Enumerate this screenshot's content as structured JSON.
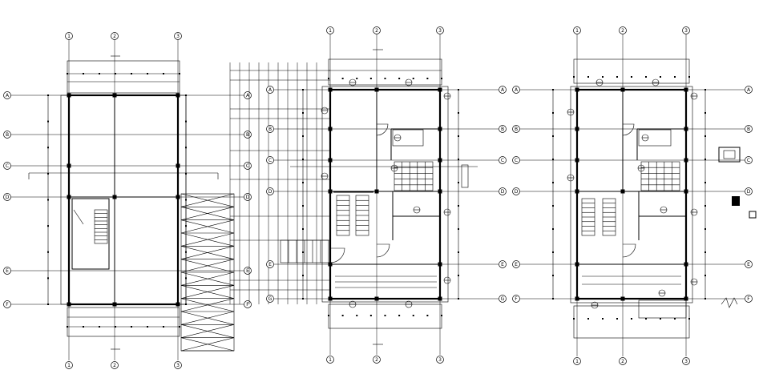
{
  "drawing": {
    "type": "architectural floor plans",
    "plan_count": 3,
    "colors": {
      "lines": "#000000",
      "background": "#ffffff",
      "hatch": "#000000"
    }
  },
  "plans": [
    {
      "name": "plan-left",
      "column_axes": [
        "1",
        "2",
        "3"
      ],
      "row_axes": [
        "A",
        "B",
        "C",
        "D",
        "E",
        "F"
      ]
    },
    {
      "name": "plan-middle",
      "column_axes": [
        "1",
        "2",
        "3"
      ],
      "row_axes": [
        "A",
        "B",
        "C",
        "D",
        "E",
        "G"
      ]
    },
    {
      "name": "plan-right",
      "column_axes": [
        "1",
        "2",
        "3"
      ],
      "row_axes": [
        "A",
        "B",
        "C",
        "D",
        "E",
        "F"
      ]
    }
  ]
}
